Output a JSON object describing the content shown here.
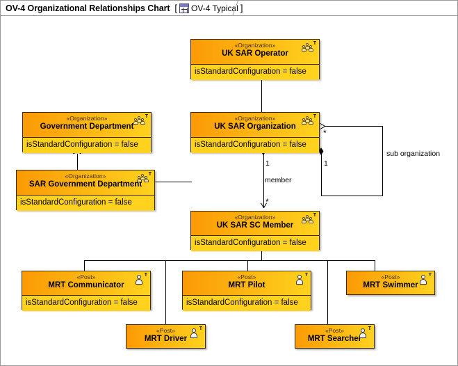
{
  "titlebar": {
    "title": "OV-4 Organizational Relationships Chart",
    "bracket_open": "[",
    "bracket_close": "]",
    "tab_label": "OV-4 Typical",
    "diagram_icon": "diagram-icon"
  },
  "stereotypes": {
    "organization": "«Organization»",
    "post": "«Post»"
  },
  "attribute_text": "isStandardConfiguration = false",
  "nodes": [
    {
      "id": "uk-sar-operator",
      "stereotype": "«Organization»",
      "name": "UK SAR Operator",
      "attrs": "isStandardConfiguration = false",
      "icon": "organization-icon"
    },
    {
      "id": "government-department",
      "stereotype": "«Organization»",
      "name": "Government Department",
      "attrs": "isStandardConfiguration = false",
      "icon": "organization-icon"
    },
    {
      "id": "uk-sar-organization",
      "stereotype": "«Organization»",
      "name": "UK SAR Organization",
      "attrs": "isStandardConfiguration = false",
      "icon": "organization-icon"
    },
    {
      "id": "sar-government-department",
      "stereotype": "«Organization»",
      "name": "SAR Government Department",
      "attrs": "isStandardConfiguration = false",
      "icon": "organization-icon"
    },
    {
      "id": "uk-sar-sc-member",
      "stereotype": "«Organization»",
      "name": "UK SAR SC Member",
      "attrs": "isStandardConfiguration = false",
      "icon": "organization-icon"
    },
    {
      "id": "mrt-communicator",
      "stereotype": "«Post»",
      "name": "MRT Communicator",
      "attrs": "isStandardConfiguration = false",
      "icon": "post-icon"
    },
    {
      "id": "mrt-pilot",
      "stereotype": "«Post»",
      "name": "MRT Pilot",
      "attrs": "isStandardConfiguration = false",
      "icon": "post-icon"
    },
    {
      "id": "mrt-swimmer",
      "stereotype": "«Post»",
      "name": "MRT Swimmer",
      "attrs": null,
      "icon": "post-icon"
    },
    {
      "id": "mrt-driver",
      "stereotype": "«Post»",
      "name": "MRT Driver",
      "attrs": null,
      "icon": "post-icon"
    },
    {
      "id": "mrt-searcher",
      "stereotype": "«Post»",
      "name": "MRT Searcher",
      "attrs": null,
      "icon": "post-icon"
    }
  ],
  "relationships": {
    "sub_organization_label": "sub organization",
    "member_label": "member",
    "mult_one_left": "1",
    "mult_one_right": "1",
    "star_member_target": "*",
    "star_sub_org": "*"
  },
  "colors": {
    "header_start": "#fb9a05",
    "header_end": "#ffd21e",
    "body": "#ffd21e",
    "border": "#3b2a00",
    "line": "#000000",
    "canvas": "#ffffff"
  }
}
